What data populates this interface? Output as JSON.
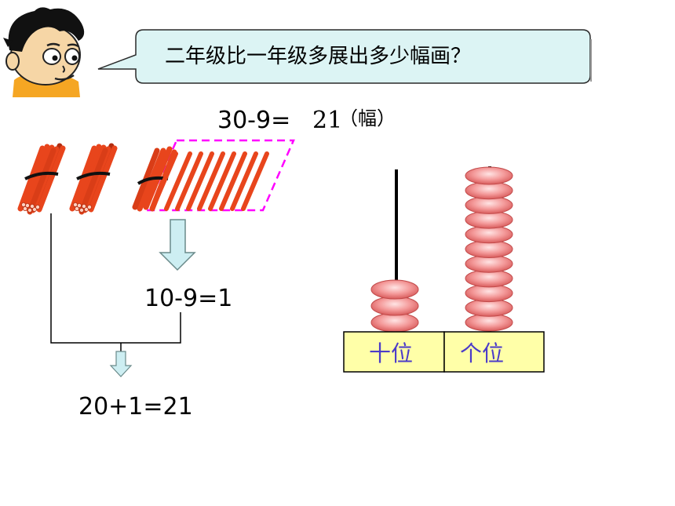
{
  "question": "二年级比一年级多展出多少幅画？",
  "main_equation": {
    "expr": "30-9=",
    "answer": "21",
    "unit": "（幅）"
  },
  "step1": "10-9=1",
  "step2": "20+1=21",
  "abacus": {
    "tens_label": "十位",
    "ones_label": "个位",
    "tens_beads": 3,
    "ones_beads": 11
  },
  "bundles": {
    "full_bundles": 3,
    "loose_sticks_crossed": 9
  },
  "colors": {
    "bubble_fill": "#dcf4f4",
    "stick": "#e8451c",
    "bead": "#f08080",
    "abacus_base": "#ffffa8",
    "label": "#4b3bc9",
    "arrow": "#cdeef2",
    "dash": "#ff00ff"
  }
}
